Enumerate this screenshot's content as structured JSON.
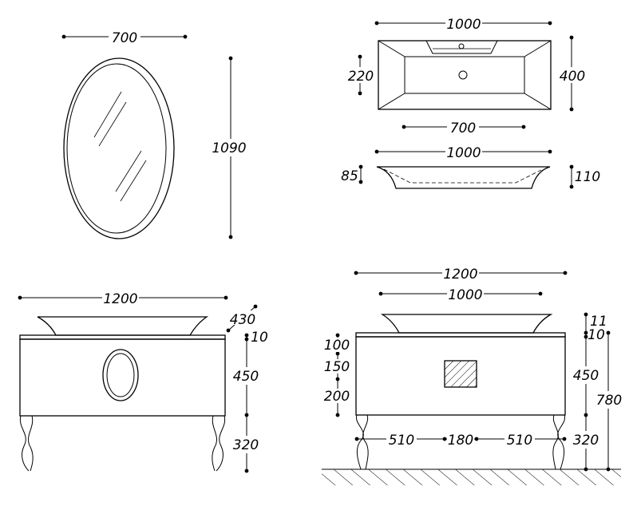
{
  "mirror": {
    "width": "700",
    "height": "1090"
  },
  "basin_top": {
    "width": "1000",
    "inner_width": "700",
    "depth_outer": "400",
    "depth_inner": "220"
  },
  "basin_side": {
    "width": "1000",
    "left_height": "85",
    "right_height": "110"
  },
  "front_view": {
    "width": "1200",
    "basin_depth": "430",
    "top_thickness": "10",
    "cabinet_height": "450",
    "leg_height": "320"
  },
  "side_view": {
    "overall_width": "1200",
    "basin_width": "1000",
    "basin_rim": "11",
    "top_thickness": "10",
    "cabinet_height": "450",
    "total_height": "780",
    "leg_height": "320",
    "inset_left": "510",
    "inset_center": "180",
    "inset_right": "510",
    "panel_top": "100",
    "panel_middle": "150",
    "panel_bottom": "200"
  }
}
